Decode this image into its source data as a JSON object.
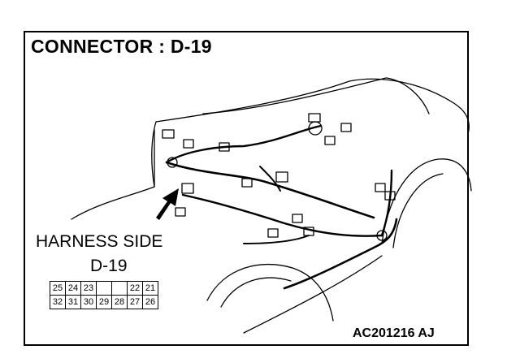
{
  "title": "CONNECTOR : D-19",
  "harness_label": "HARNESS SIDE",
  "harness_code": "D-19",
  "figure_id": "AC201216 AJ",
  "connector": {
    "top_row": [
      "25",
      "24",
      "23",
      "",
      "",
      "22",
      "21"
    ],
    "bottom_row": [
      "32",
      "31",
      "30",
      "29",
      "28",
      "27",
      "26"
    ]
  }
}
